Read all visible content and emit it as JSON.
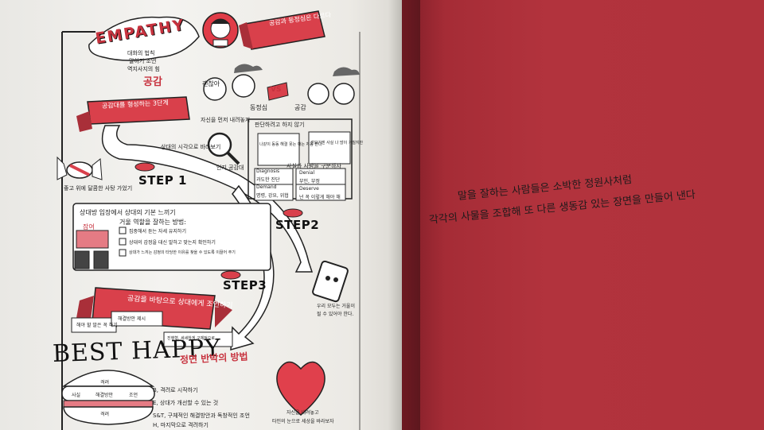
{
  "photo": {
    "colors": {
      "page": "#f1f0ec",
      "red_page": "#b0323c",
      "accent": "#c7323e",
      "ink": "#1b1b1b"
    }
  },
  "right_page": {
    "quote_line_1": "말을 잘하는 사람들은 소박한 정원사처럼",
    "quote_line_2": "각각의 사물을 조합해 또 다른 생동감 있는 장면을 만들어 낸다"
  },
  "illustration": {
    "title": "EMPATHY",
    "title_sub_1": "대화의 법칙",
    "title_sub_2": "말하기 조언",
    "title_sub_3": "역지사지의 힘",
    "title_kr": "공감",
    "banner_top": "공감과 동정심은 다르다",
    "speech_ok": "괜찮아",
    "vs": "VS",
    "label_sympathy": "동정심",
    "label_empathy": "공감",
    "banner_three_steps": "공감대를 형성하는 3단계",
    "self_lower": "자신을 먼저 내려놓자",
    "other_view": "상대의 시각으로 바라보기",
    "acknowledge": "인지 공감대",
    "no_judge": "판단하려고 하지 않기",
    "quote_a": "나같이 동동 해결 못는 애는 처음 본다",
    "quote_b": "겉보기엔 사실 나 많이 거칠지만",
    "separate_fact": "사실과 사람을 구분하자",
    "diagnosis_en": "Diagnosis",
    "diagnosis_kr": "과도한 진단",
    "denial_en": "Denial",
    "denial_kr": "부인, 부정",
    "demand_en": "Demand",
    "demand_kr": "명령, 강요, 위협",
    "deserve_en": "Deserve",
    "deserve_kr": "넌 꼭 이렇게 해야 해",
    "step1": "STEP 1",
    "step2": "STEP2",
    "step3": "STEP3",
    "candy_caption": "좋고 위에 달콤한 사탕 가었기",
    "basic_attitude": "상대방 입장에서 상대의 기본 느끼기",
    "good_listen": "거울 역할을 잘하는 방법:",
    "tip1": "집중해서 듣는 자세 유지하기",
    "tip2": "상대의 감정을 대신 말하고 맞는지 확인하기",
    "tip3": "상대가 느끼는 감정의 타당한 이유를 찾을 수 있도록 이끌어 주기",
    "pain": "잠여",
    "mirror_caption_1": "우리 모두는 거울이",
    "mirror_caption_2": "될 수 있어야 한다.",
    "banner_advice": "공감을 바탕으로 상대에게 조언하기",
    "advice_1": "해야 할 말은 꼭 하기",
    "advice_2": "해결방안 제시",
    "advice_3": "진행형, 세세하게 구체적으로",
    "best_happy": "BEST HAPPY",
    "front_back": "정면 반박의 방법",
    "burger_top": "격려",
    "burger_l": "사실",
    "burger_m": "해결방안",
    "burger_r": "조언",
    "burger_bottom": "격려",
    "method_b": "B, 격려로 시작하기",
    "method_e": "E, 상대가 개선할 수 있는 것",
    "method_st": "S&T, 구체적인 해결방안과 독창적인 조언",
    "method_h": "H, 마지막으로 격려하기",
    "heart_caption_1": "자신을 내려놓고",
    "heart_caption_2": "타인의 눈으로 세상을 바라보자"
  }
}
